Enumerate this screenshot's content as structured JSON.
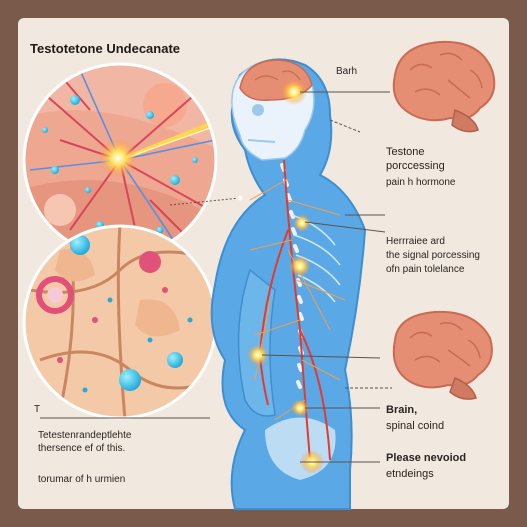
{
  "title": "Testotetone Undecanate",
  "labels": {
    "brain_top": "Barh",
    "testone_1": "Testone",
    "testone_2": "porccessing",
    "testone_3": "pain h hormone",
    "herr_1": "Herrraiee ard",
    "herr_2": "the signal porcessing",
    "herr_3": "ofn pain tolelance",
    "brain_lower_1": "Brain,",
    "brain_lower_2": "spinal coind",
    "please_1": "Please nevoiod",
    "please_2": "etndeings",
    "left_mark": "T",
    "left_1": "Tetestenrandeptlehte",
    "left_2": "thersence ef of this.",
    "left_3": "torumar of h urmien"
  },
  "colors": {
    "background": "#7a5a4b",
    "panel": "#f1e8df",
    "body": "#5aa9e6",
    "skeleton": "#eaf3fb",
    "brain": "#e68e73",
    "nerve": "#e23b2e",
    "glow": "#ffd84a"
  }
}
